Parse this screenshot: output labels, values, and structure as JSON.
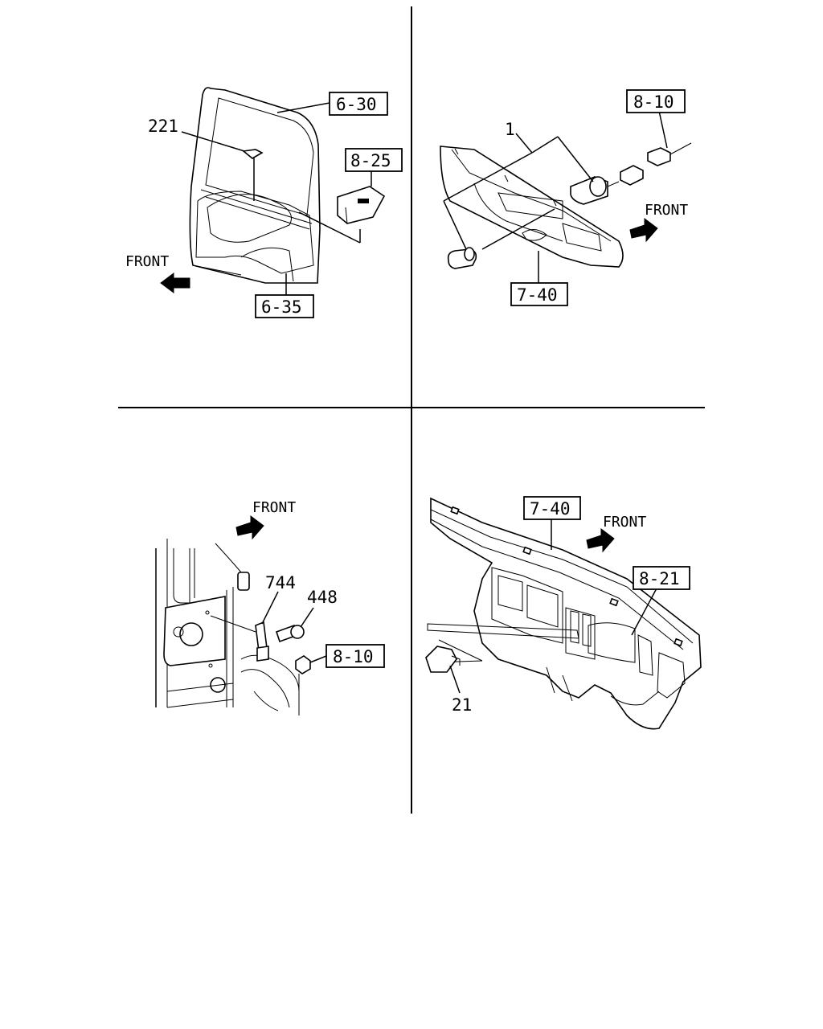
{
  "panels": {
    "top_left": {
      "refs": {
        "door": "6-30",
        "switch": "8-25",
        "trim": "6-35"
      },
      "callouts": {
        "lamp": "221"
      },
      "front_label": "FRONT"
    },
    "top_right": {
      "refs": {
        "connector": "8-10",
        "dash": "7-40"
      },
      "callouts": {
        "socket": "1"
      },
      "front_label": "FRONT"
    },
    "bottom_left": {
      "refs": {
        "connector": "8-10"
      },
      "callouts": {
        "sensor": "744",
        "bolt": "448"
      },
      "front_label": "FRONT"
    },
    "bottom_right": {
      "refs": {
        "dash": "7-40",
        "cluster": "8-21"
      },
      "callouts": {
        "switch": "21"
      },
      "front_label": "FRONT"
    }
  }
}
